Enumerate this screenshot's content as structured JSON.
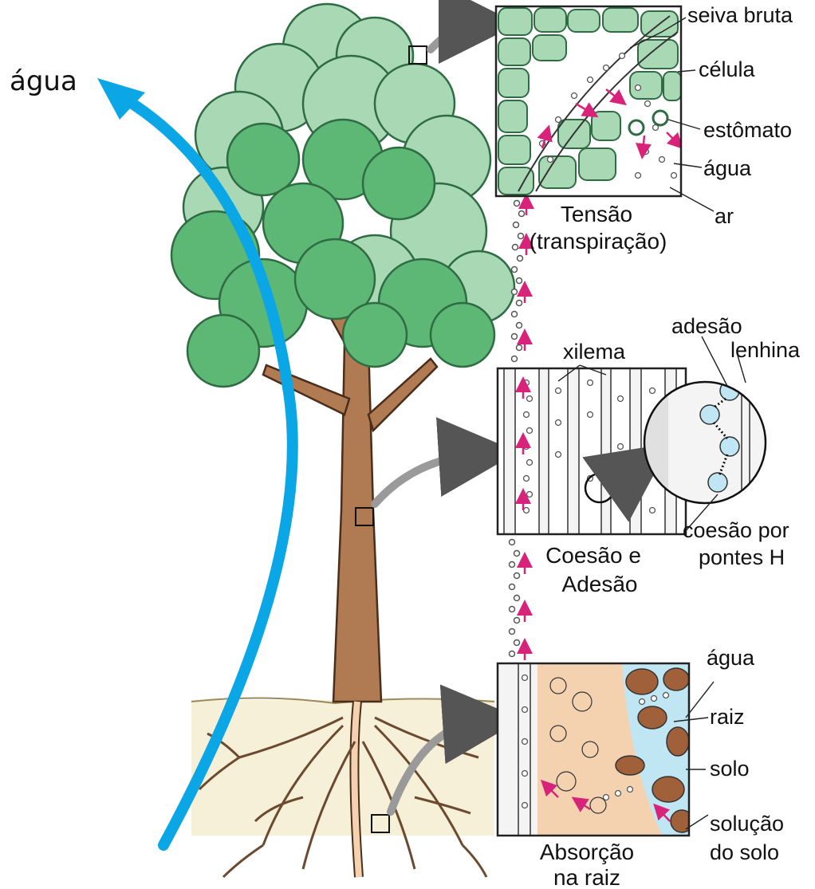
{
  "left_label": "água",
  "tree_section": {
    "top_panel": {
      "labels": [
        "seiva bruta",
        "célula",
        "estômato",
        "água",
        "ar"
      ],
      "caption_line1": "Tensão",
      "caption_line2": "(transpiração)"
    },
    "middle_panel": {
      "labels": [
        "xilema",
        "adesão",
        "lenhina",
        "coesão por",
        "pontes H"
      ],
      "caption_line1": "Coesão e",
      "caption_line2": "Adesão"
    },
    "bottom_panel": {
      "labels": [
        "água",
        "raiz",
        "solo",
        "solução",
        "do solo"
      ],
      "caption_line1": "Absorção",
      "caption_line2": "na raiz"
    }
  },
  "colors": {
    "blue_arrow": "#0aa6e6",
    "leaf_dark": "#5cb874",
    "leaf_light": "#a8d8b4",
    "trunk": "#b07a52",
    "root": "#f4d2b0",
    "soil": "#f7f0d8",
    "pink_arrow": "#d8237a",
    "water_fill": "#bfe6f2"
  }
}
